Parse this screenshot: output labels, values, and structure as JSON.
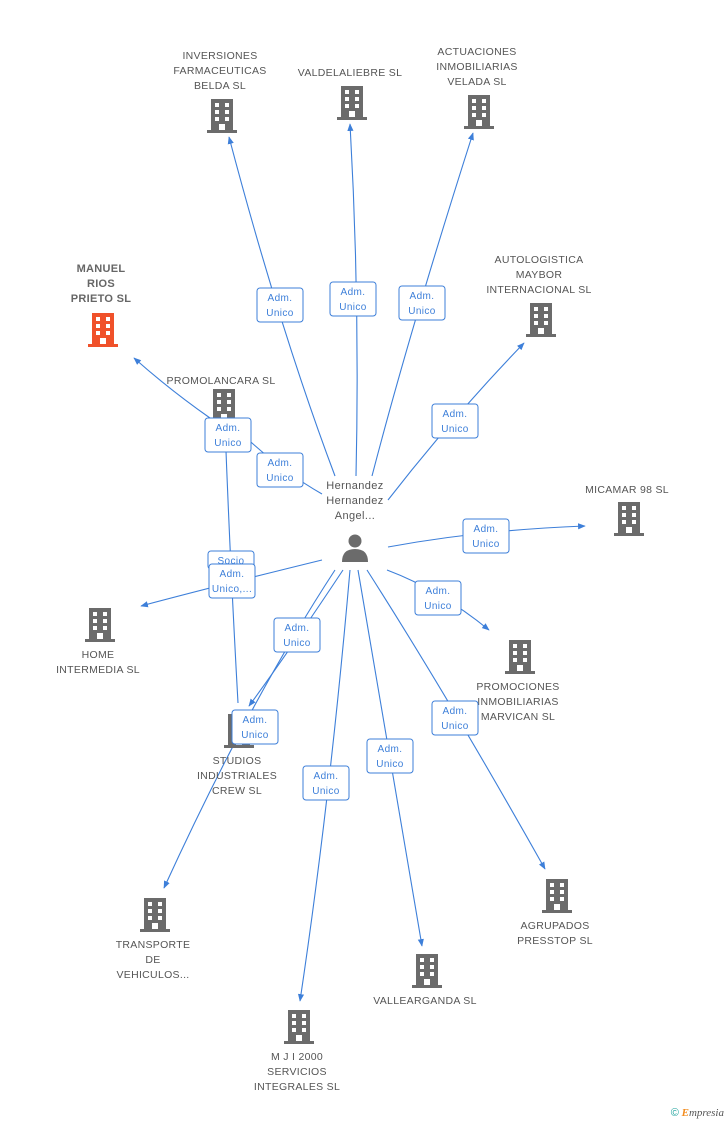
{
  "center": {
    "label_lines": [
      "Hernandez",
      "Hernandez",
      "Angel..."
    ],
    "icon": "person-icon"
  },
  "nodes": [
    {
      "id": "inversiones",
      "label_lines": [
        "INVERSIONES",
        "FARMACEUTICAS",
        "BELDA SL"
      ],
      "icon": "building-icon"
    },
    {
      "id": "valdelaliebre",
      "label_lines": [
        "VALDELALIEBRE SL"
      ],
      "icon": "building-icon"
    },
    {
      "id": "actuaciones",
      "label_lines": [
        "ACTUACIONES",
        "INMOBILIARIAS",
        "VELADA SL"
      ],
      "icon": "building-icon"
    },
    {
      "id": "autologistica",
      "label_lines": [
        "AUTOLOGISTICA",
        "MAYBOR",
        "INTERNACIONAL SL"
      ],
      "icon": "building-icon"
    },
    {
      "id": "manuel",
      "label_lines": [
        "MANUEL",
        "RIOS",
        "PRIETO SL"
      ],
      "icon": "building-icon",
      "highlight": true
    },
    {
      "id": "promolancara",
      "label_lines": [
        "PROMOLANCARA SL"
      ],
      "icon": "building-icon"
    },
    {
      "id": "micamar",
      "label_lines": [
        "MICAMAR 98 SL"
      ],
      "icon": "building-icon"
    },
    {
      "id": "home",
      "label_lines": [
        "HOME",
        "INTERMEDIA SL"
      ],
      "icon": "building-icon"
    },
    {
      "id": "promociones",
      "label_lines": [
        "PROMOCIONES",
        "INMOBILIARIAS",
        "MARVICAN SL"
      ],
      "icon": "building-icon"
    },
    {
      "id": "studios",
      "label_lines": [
        "STUDIOS",
        "INDUSTRIALES",
        "CREW SL"
      ],
      "icon": "building-icon"
    },
    {
      "id": "agrupados",
      "label_lines": [
        "AGRUPADOS",
        "PRESSTOP SL"
      ],
      "icon": "building-icon"
    },
    {
      "id": "transporte",
      "label_lines": [
        "TRANSPORTE",
        "DE",
        "VEHICULOS..."
      ],
      "icon": "building-icon"
    },
    {
      "id": "vallearganda",
      "label_lines": [
        "VALLEARGANDA SL"
      ],
      "icon": "building-icon"
    },
    {
      "id": "mji",
      "label_lines": [
        "M J I 2000",
        "SERVICIOS",
        "INTEGRALES SL"
      ],
      "icon": "building-icon"
    }
  ],
  "edges": [
    {
      "target": "inversiones",
      "label_lines": [
        "Adm.",
        "Unico"
      ]
    },
    {
      "target": "valdelaliebre",
      "label_lines": [
        "Adm.",
        "Unico"
      ]
    },
    {
      "target": "actuaciones",
      "label_lines": [
        "Adm.",
        "Unico"
      ]
    },
    {
      "target": "autologistica",
      "label_lines": [
        "Adm.",
        "Unico"
      ]
    },
    {
      "target": "promolancara",
      "label_lines": [
        "Adm.",
        "Unico"
      ]
    },
    {
      "target": "manuel",
      "label_lines": [
        "Adm.",
        "Unico"
      ]
    },
    {
      "target": "micamar",
      "label_lines": [
        "Adm.",
        "Unico"
      ]
    },
    {
      "target": "promolancara",
      "label_lines": [
        "Socio"
      ]
    },
    {
      "target": "home",
      "label_lines": [
        "Adm.",
        "Unico,..."
      ]
    },
    {
      "target": "promociones",
      "label_lines": [
        "Adm.",
        "Unico"
      ]
    },
    {
      "target": "studios",
      "label_lines": [
        "Adm.",
        "Unico"
      ]
    },
    {
      "target": "transporte",
      "label_lines": [
        "Adm.",
        "Unico"
      ]
    },
    {
      "target": "agrupados",
      "label_lines": [
        "Adm.",
        "Unico"
      ]
    },
    {
      "target": "vallearganda",
      "label_lines": [
        "Adm.",
        "Unico"
      ]
    },
    {
      "target": "mji",
      "label_lines": [
        "Adm.",
        "Unico"
      ]
    }
  ],
  "colors": {
    "edge": "#3d7fd9",
    "icon": "#6b6b6b",
    "highlight_icon": "#f0512a",
    "label": "#555555"
  },
  "footer": {
    "copyright_symbol": "©",
    "brand_initial": "E",
    "brand_rest": "mpresia"
  }
}
